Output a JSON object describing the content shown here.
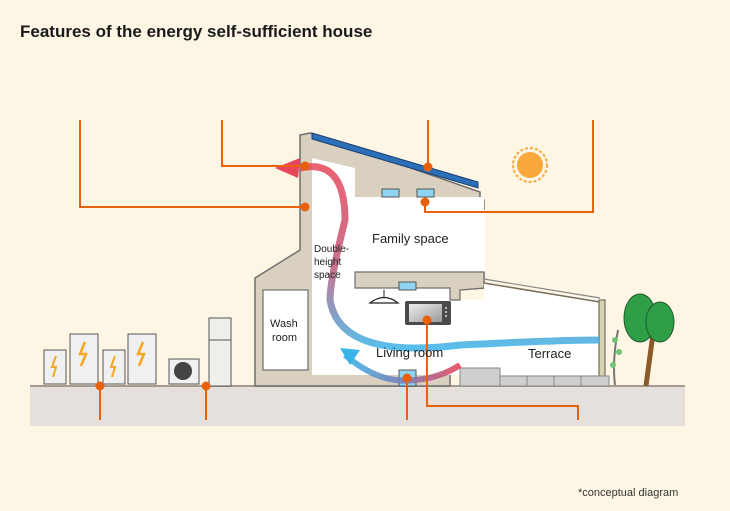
{
  "title": "Features of the energy self-sufficient house",
  "footnote": "*conceptual diagram",
  "rooms": {
    "family_space": "Family space",
    "double_height_1": "Double-",
    "double_height_2": "height",
    "double_height_3": "space",
    "wash_1": "Wash",
    "wash_2": "room",
    "living_room": "Living room",
    "terrace": "Terrace"
  },
  "colors": {
    "background": "#fdf6e5",
    "ground": "#e6e0dc",
    "wall": "#d9d0bf",
    "callout": "#e8620e",
    "solar_panel": "#2a6fb8",
    "window": "#8fd3f2",
    "warm_air": "#e8445a",
    "cool_air": "#3ab3e8",
    "sun": "#f9a83c",
    "tree": "#2e9e47"
  },
  "icons": [
    "sun-icon",
    "solar-panel-icon",
    "battery-icon",
    "heat-pump-icon",
    "water-heater-icon",
    "ceiling-light-icon",
    "monitor-icon",
    "tree-icon",
    "vine-icon"
  ]
}
